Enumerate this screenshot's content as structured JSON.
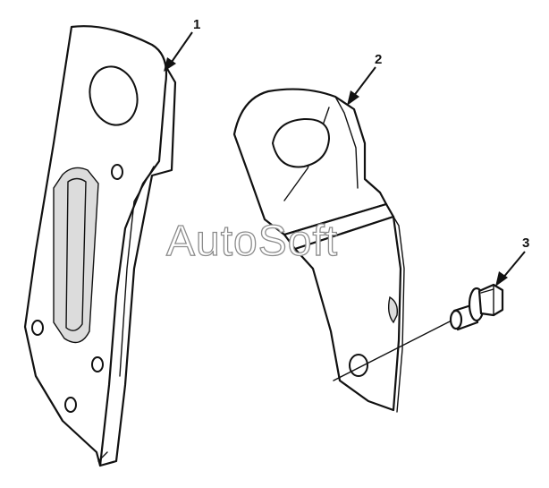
{
  "callouts": [
    {
      "id": "part-1",
      "label": "1"
    },
    {
      "id": "part-2",
      "label": "2"
    },
    {
      "id": "part-3",
      "label": "3"
    }
  ],
  "watermark": {
    "text": "AutoSoft"
  },
  "parts": {
    "part1": {
      "icon": "mounting-plate"
    },
    "part2": {
      "icon": "bent-bracket"
    },
    "part3": {
      "icon": "flange-bolt"
    }
  }
}
